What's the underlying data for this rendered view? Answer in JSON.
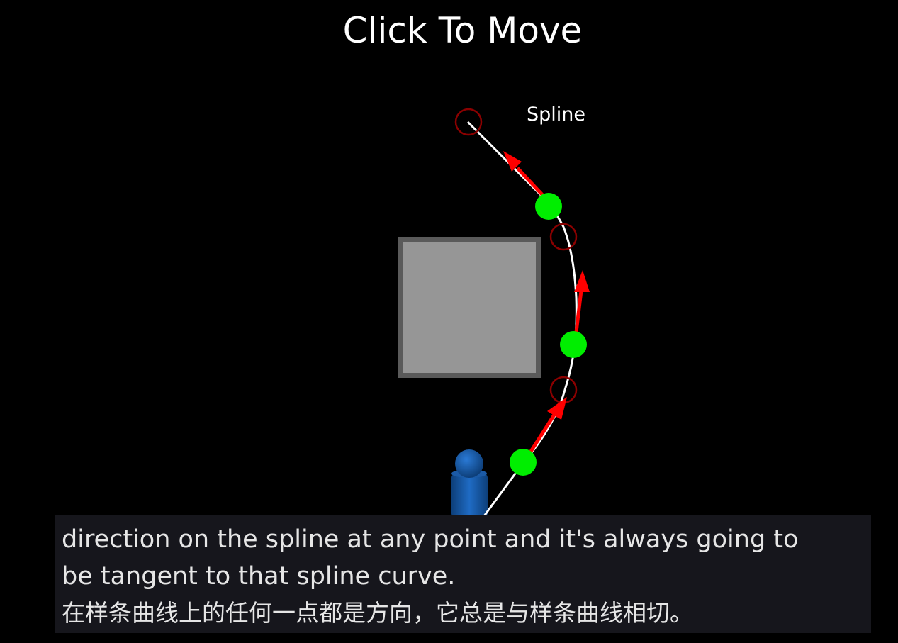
{
  "title": "Click To Move",
  "diagram": {
    "spline_label": "Spline",
    "colors": {
      "background": "#000000",
      "spline": "#ffffff",
      "control_point_stroke": "#8b0000",
      "waypoint": "#00ee00",
      "tangent_arrow": "#ff0000",
      "obstacle_fill": "#969696",
      "obstacle_border": "#5a5a5a",
      "character": "#1a5fb4"
    },
    "elements": {
      "obstacle": "gray-square",
      "character": "blue-pawn",
      "waypoints": 3,
      "control_points": 3,
      "tangent_arrows": 3
    }
  },
  "subtitles": {
    "line1": "direction on the spline at any point and it's always going to",
    "line2": "be tangent to that spline curve.",
    "line3_zh": "在样条曲线上的任何一点都是方向，它总是与样条曲线相切。"
  }
}
